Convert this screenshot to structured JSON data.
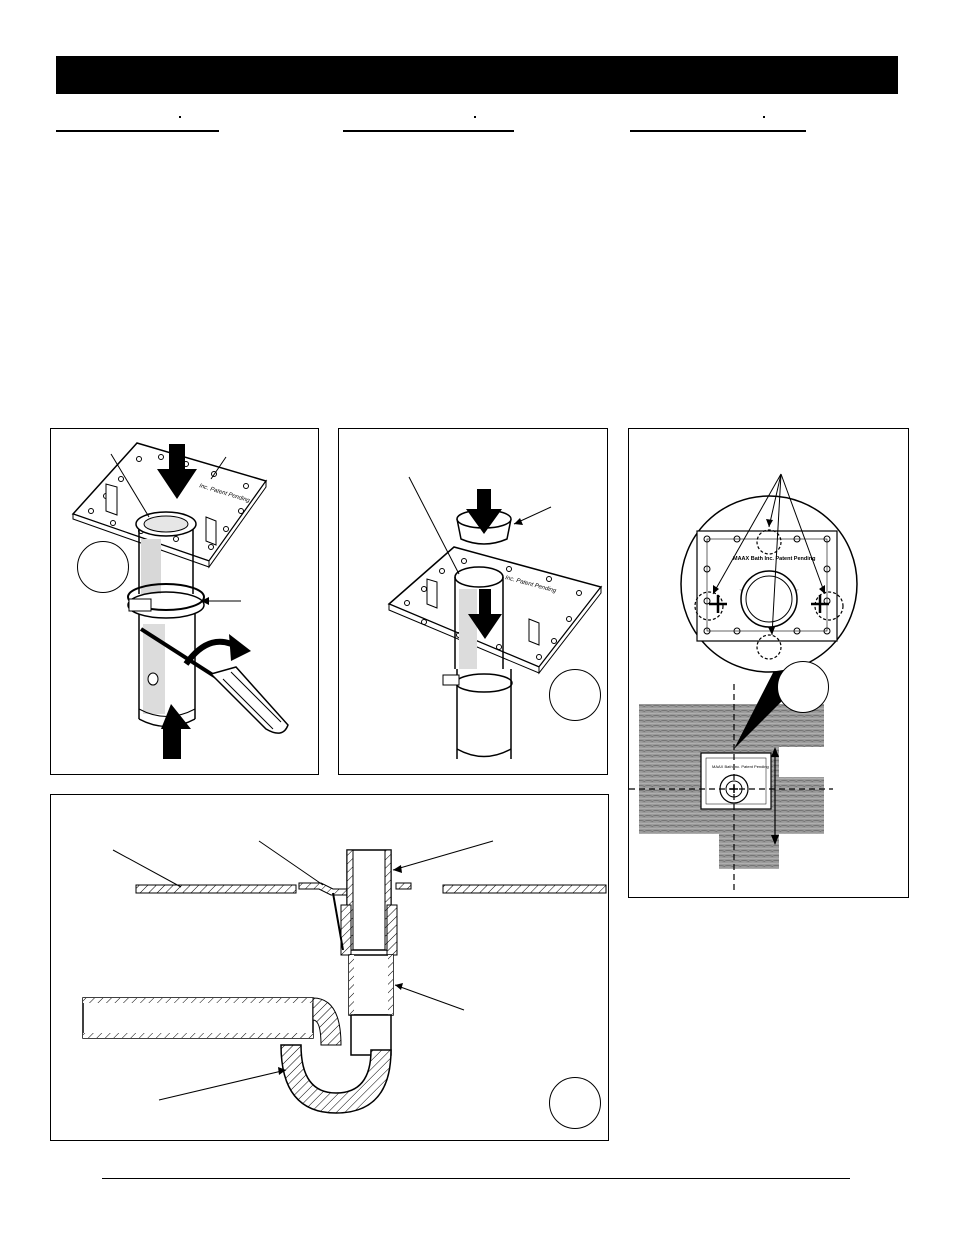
{
  "figures": [
    {
      "id": "fig-1",
      "embossed_text": "Inc. Patent Pending"
    },
    {
      "id": "fig-2",
      "embossed_text": "Inc. Patent Pending"
    },
    {
      "id": "fig-3",
      "embossed_text": "MAAX Bath Inc. Patent Pending"
    },
    {
      "id": "fig-4"
    }
  ],
  "colors": {
    "ink": "#000000",
    "wood": "#9a9a9a",
    "paper": "#ffffff",
    "highlight": "#d8d8d8"
  }
}
